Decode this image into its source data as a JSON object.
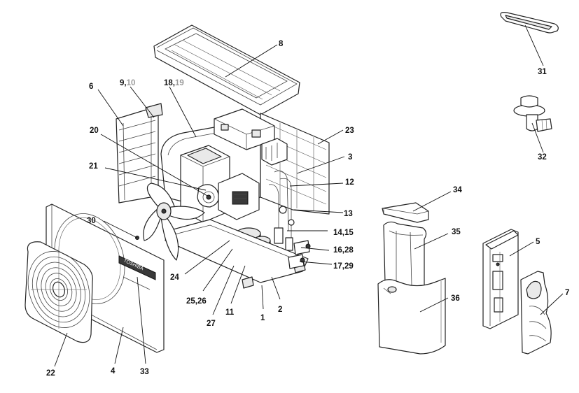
{
  "colors": {
    "line": "#222222",
    "muted_number": "#9a9a9a"
  },
  "callouts": [
    {
      "id": "c8",
      "text": "8"
    },
    {
      "id": "c6",
      "text": "6"
    },
    {
      "id": "c9",
      "text": "9,",
      "muted": "10"
    },
    {
      "id": "c18",
      "text": "18,",
      "muted": "19"
    },
    {
      "id": "c20",
      "text": "20"
    },
    {
      "id": "c21",
      "text": "21"
    },
    {
      "id": "c23",
      "text": "23"
    },
    {
      "id": "c3",
      "text": "3"
    },
    {
      "id": "c12",
      "text": "12"
    },
    {
      "id": "c13",
      "text": "13"
    },
    {
      "id": "c14",
      "text": "14,15"
    },
    {
      "id": "c16",
      "text": "16,28"
    },
    {
      "id": "c17",
      "text": "17,29"
    },
    {
      "id": "c30",
      "text": "30"
    },
    {
      "id": "c24",
      "text": "24"
    },
    {
      "id": "c25",
      "text": "25,26"
    },
    {
      "id": "c27",
      "text": "27"
    },
    {
      "id": "c11",
      "text": "11"
    },
    {
      "id": "c1",
      "text": "1"
    },
    {
      "id": "c2",
      "text": "2"
    },
    {
      "id": "c22",
      "text": "22"
    },
    {
      "id": "c4",
      "text": "4"
    },
    {
      "id": "c33",
      "text": "33"
    },
    {
      "id": "c31",
      "text": "31"
    },
    {
      "id": "c32",
      "text": "32"
    },
    {
      "id": "c34",
      "text": "34"
    },
    {
      "id": "c35",
      "text": "35"
    },
    {
      "id": "c36",
      "text": "36"
    },
    {
      "id": "c5",
      "text": "5"
    },
    {
      "id": "c7",
      "text": "7"
    }
  ],
  "brand_plate_text": "TOSHIBA"
}
